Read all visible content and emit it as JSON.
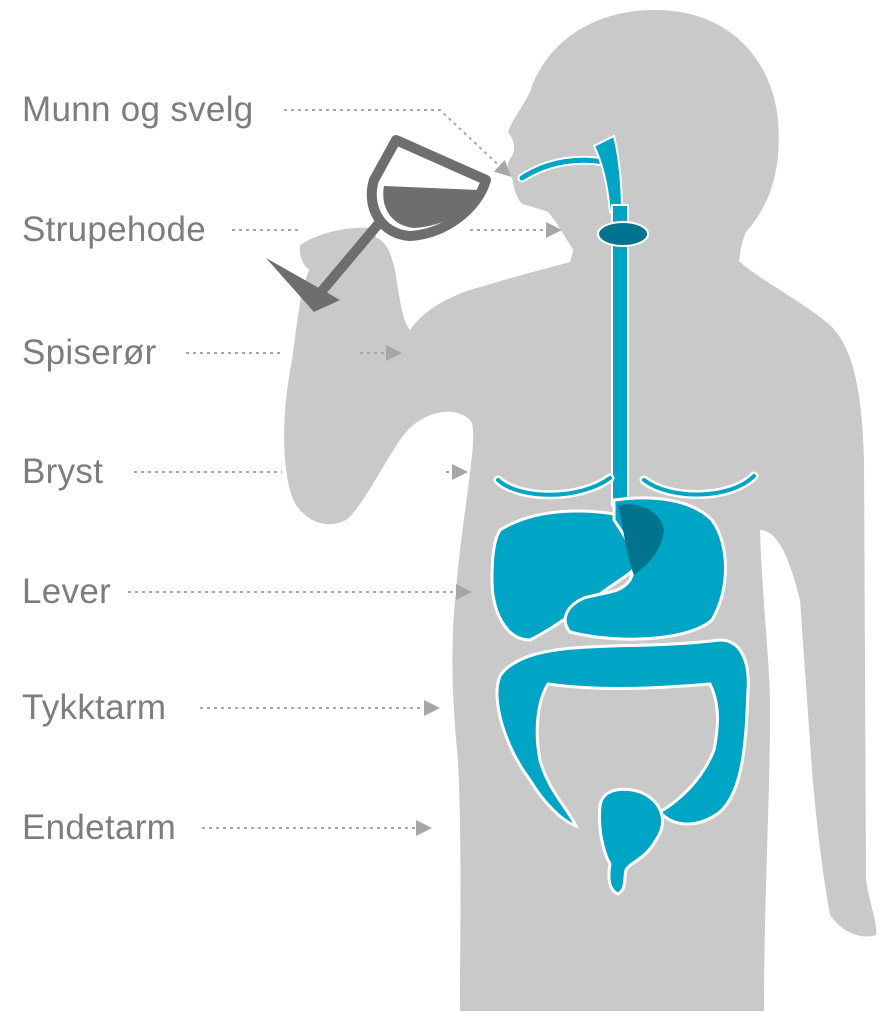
{
  "colors": {
    "silhouette": "#c9c9c9",
    "organ": "#00a4c4",
    "organ_dark": "#00738f",
    "glass": "#6e6e6e",
    "label_text": "#7d7d7d",
    "leader": "#a6a6a6"
  },
  "labels": [
    {
      "id": "munn",
      "text": "Munn og svelg",
      "icon": "mouth-throat"
    },
    {
      "id": "strupe",
      "text": "Strupehode",
      "icon": "larynx"
    },
    {
      "id": "spiser",
      "text": "Spiserør",
      "icon": "esophagus"
    },
    {
      "id": "bryst",
      "text": "Bryst",
      "icon": "breast"
    },
    {
      "id": "lever",
      "text": "Lever",
      "icon": "liver"
    },
    {
      "id": "tykk",
      "text": "Tykktarm",
      "icon": "colon"
    },
    {
      "id": "ende",
      "text": "Endetarm",
      "icon": "rectum"
    }
  ]
}
